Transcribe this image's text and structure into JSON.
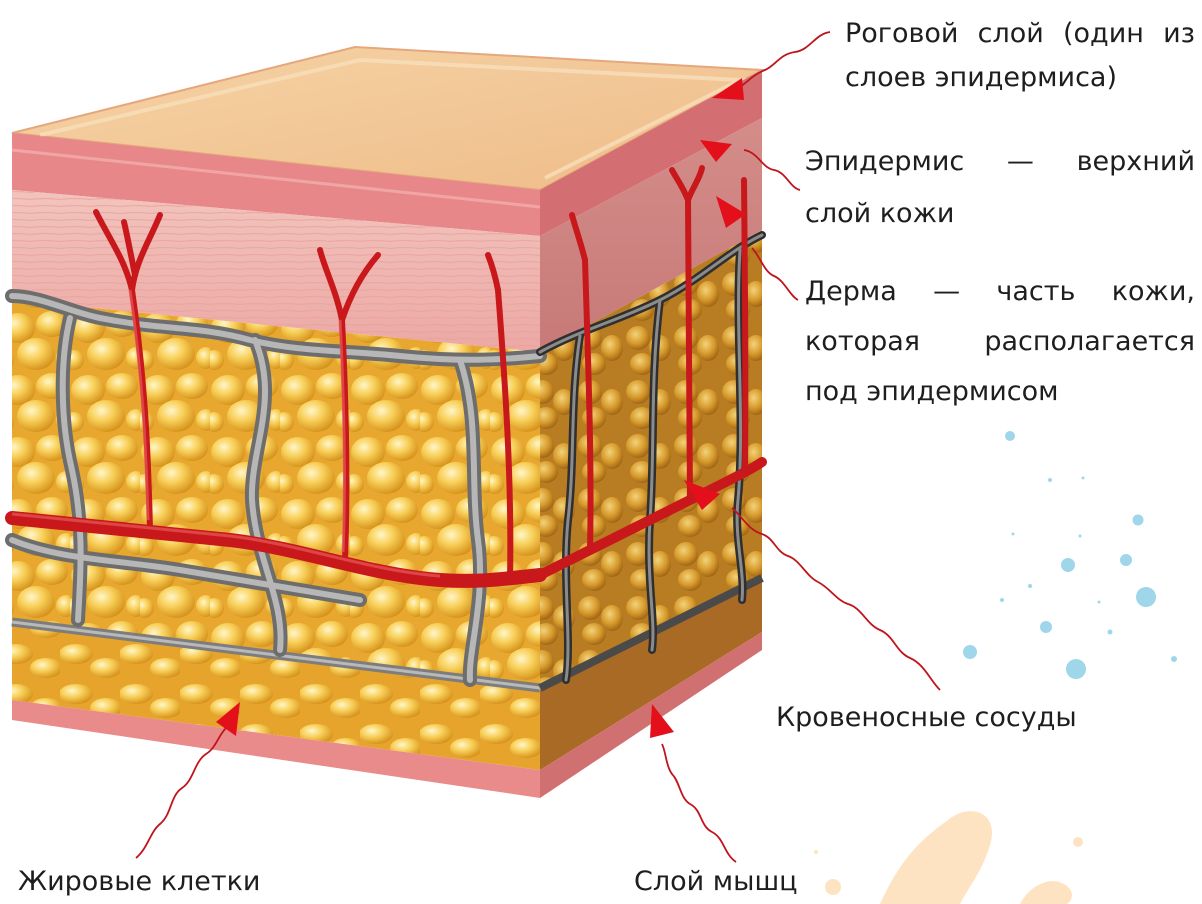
{
  "labels": {
    "stratum_corneum": [
      "Роговой слой (один из",
      "слоев эпидермиса)"
    ],
    "epidermis": [
      "Эпидермис — верхний",
      "слой кожи"
    ],
    "dermis": [
      "Дерма — часть кожи,",
      "которая располагается",
      "под эпидермисом"
    ],
    "blood_vessels": "Кровеносные сосуды",
    "fat_cells": "Жировые клетки",
    "muscle_layer": "Слой мышц"
  },
  "colors": {
    "arrow": "#e3101b",
    "leader": "#c0141c",
    "skin_top": "#f3c79a",
    "epidermis": "#e8888a",
    "dermis": "#f0b4b0",
    "fat": "#f2b531",
    "vessel": "#c8181c",
    "connective": "#8a8a8a",
    "dots": "#9fd6ea",
    "splash": "#fde3c2"
  }
}
